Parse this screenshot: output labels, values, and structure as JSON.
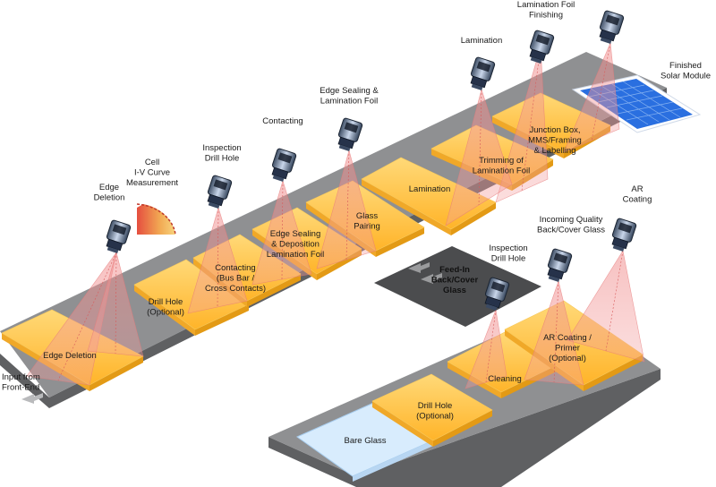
{
  "colors": {
    "belt_top": "#8f9092",
    "belt_side": "#5f6062",
    "belt_highlight": "#b9babc",
    "station": "#ffc23a",
    "station_edge": "#e39a15",
    "beam": "#ee8a8a",
    "glass": "#cfe6fb",
    "solar_cell": "#2a6fe0"
  },
  "processes": [
    {
      "name": "edge-deletion",
      "lines": [
        "Edge Deletion"
      ]
    },
    {
      "name": "drill-hole-optional-main",
      "lines": [
        "Drill Hole",
        "(Optional)"
      ]
    },
    {
      "name": "contacting-process",
      "lines": [
        "Contacting",
        "(Bus Bar /",
        "Cross Contacts)"
      ]
    },
    {
      "name": "edge-sealing-deposition",
      "lines": [
        "Edge Sealing",
        "& Deposition",
        "Lamination Foil"
      ]
    },
    {
      "name": "glass-pairing",
      "lines": [
        "Glass",
        "Pairing"
      ]
    },
    {
      "name": "lamination-process",
      "lines": [
        "Lamination"
      ]
    },
    {
      "name": "trimming-lamination-foil",
      "lines": [
        "Trimming of",
        "Lamination Foil"
      ]
    },
    {
      "name": "junction-box",
      "lines": [
        "Junction Box,",
        "MMS/Framing",
        "& Labelling"
      ]
    },
    {
      "name": "bare-glass",
      "lines": [
        "Bare Glass"
      ]
    },
    {
      "name": "drill-hole-optional-branch",
      "lines": [
        "Drill Hole",
        "(Optional)"
      ]
    },
    {
      "name": "cleaning",
      "lines": [
        "Cleaning"
      ]
    },
    {
      "name": "ar-coating-primer",
      "lines": [
        "AR Coating /",
        "Primer",
        "(Optional)"
      ]
    }
  ],
  "inspections": [
    {
      "name": "inspection-edge-deletion",
      "lines": [
        "Edge",
        "Deletion"
      ]
    },
    {
      "name": "inspection-iv-curve",
      "lines": [
        "Cell",
        "I-V Curve",
        "Measurement"
      ]
    },
    {
      "name": "inspection-drill-hole",
      "lines": [
        "Inspection",
        "Drill Hole"
      ]
    },
    {
      "name": "inspection-contacting",
      "lines": [
        "Contacting"
      ]
    },
    {
      "name": "inspection-edge-sealing",
      "lines": [
        "Edge Sealing &",
        "Lamination Foil"
      ]
    },
    {
      "name": "inspection-lamination",
      "lines": [
        "Lamination"
      ]
    },
    {
      "name": "inspection-lamination-foil-finishing",
      "lines": [
        "Lamination Foil",
        "Finishing"
      ]
    },
    {
      "name": "inspection-branch-drill-hole",
      "lines": [
        "Inspection",
        "Drill Hole"
      ]
    },
    {
      "name": "inspection-incoming-quality",
      "lines": [
        "Incoming Quality",
        "Back/Cover Glass"
      ]
    },
    {
      "name": "inspection-ar-coating",
      "lines": [
        "AR",
        "Coating"
      ]
    }
  ],
  "input_label": [
    "Input from",
    "Front-End"
  ],
  "finished_label": [
    "Finished",
    "Solar Module"
  ],
  "feed_in_label": [
    "Feed-In",
    "Back/Cover",
    "Glass"
  ]
}
